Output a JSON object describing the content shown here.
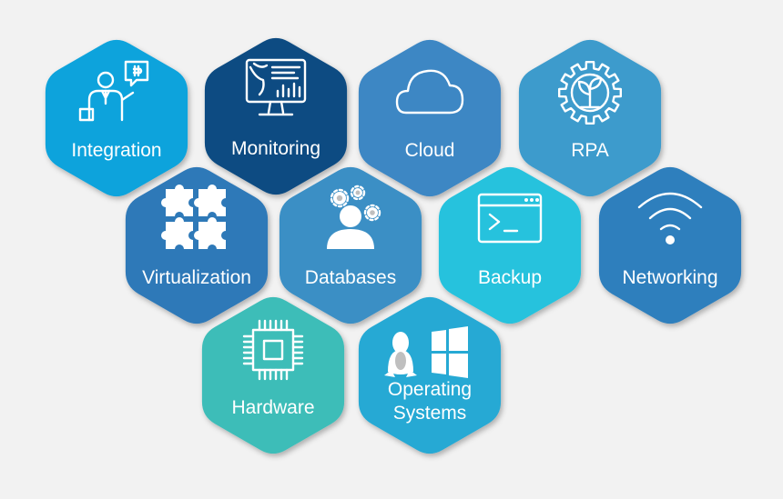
{
  "colors": {
    "background": "#f2f2f2",
    "integration": "#0ea3dc",
    "monitoring": "#0c4c82",
    "cloud": "#3d87c4",
    "rpa": "#3d9bcc",
    "virtualization": "#2f79b8",
    "databases": "#3a8fc5",
    "backup": "#25c2dd",
    "networking": "#2e7fbd",
    "hardware": "#3ebdb8",
    "operating_systems": "#27a9d4"
  },
  "hexes": [
    {
      "id": "integration",
      "icon": "presenter-icon",
      "lines": [
        "Integration"
      ]
    },
    {
      "id": "monitoring",
      "icon": "monitor-icon",
      "lines": [
        "Monitoring"
      ]
    },
    {
      "id": "cloud",
      "icon": "cloud-icon",
      "lines": [
        "Cloud"
      ]
    },
    {
      "id": "rpa",
      "icon": "gear-plant-icon",
      "lines": [
        "RPA"
      ]
    },
    {
      "id": "virtualization",
      "icon": "puzzle-icon",
      "lines": [
        "Virtualization"
      ]
    },
    {
      "id": "databases",
      "icon": "user-gears-icon",
      "lines": [
        "Databases"
      ]
    },
    {
      "id": "backup",
      "icon": "terminal-window-icon",
      "lines": [
        "Backup"
      ]
    },
    {
      "id": "networking",
      "icon": "wifi-icon",
      "lines": [
        "Networking"
      ]
    },
    {
      "id": "hardware",
      "icon": "chip-icon",
      "lines": [
        "Hardware"
      ]
    },
    {
      "id": "operating_systems",
      "icon": "linux-windows-icon",
      "lines": [
        "Operating",
        "Systems"
      ]
    }
  ]
}
